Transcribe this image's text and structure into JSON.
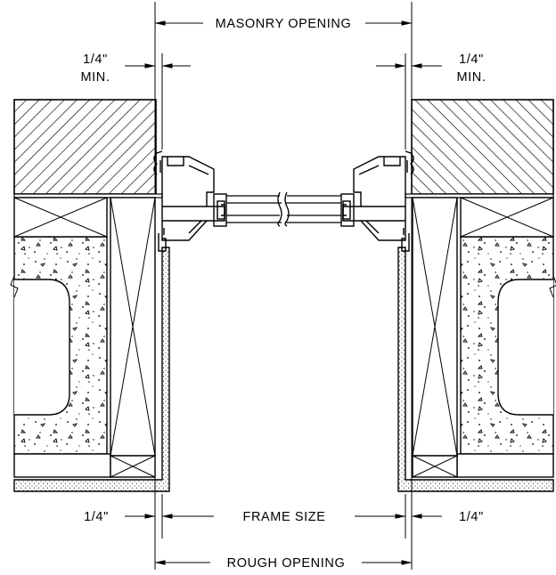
{
  "dimensions": {
    "masonry_opening": "MASONRY OPENING",
    "gap_top_left_value": "1/4\"",
    "gap_top_left_min": "MIN.",
    "gap_top_right_value": "1/4\"",
    "gap_top_right_min": "MIN.",
    "frame_size": "FRAME SIZE",
    "gap_bottom_left": "1/4\"",
    "gap_bottom_right": "1/4\"",
    "rough_opening": "ROUGH OPENING"
  }
}
